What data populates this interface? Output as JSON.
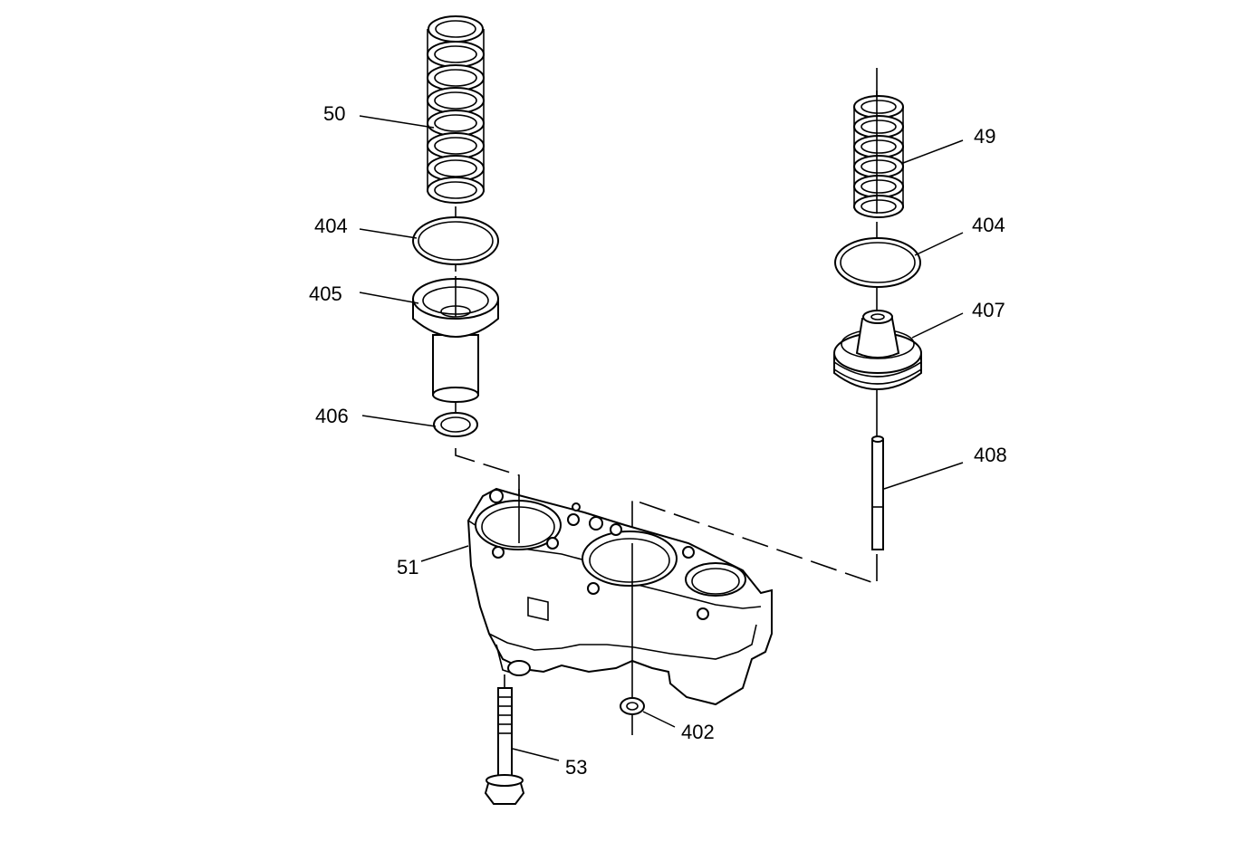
{
  "callouts": [
    {
      "id": "spring-large",
      "label": "50"
    },
    {
      "id": "oring-left",
      "label": "404"
    },
    {
      "id": "piston-left",
      "label": "405"
    },
    {
      "id": "washer-left",
      "label": "406"
    },
    {
      "id": "spring-small",
      "label": "49"
    },
    {
      "id": "oring-right",
      "label": "404"
    },
    {
      "id": "piston-right",
      "label": "407"
    },
    {
      "id": "pin",
      "label": "408"
    },
    {
      "id": "housing",
      "label": "51"
    },
    {
      "id": "bolt",
      "label": "53"
    },
    {
      "id": "plug",
      "label": "402"
    }
  ]
}
